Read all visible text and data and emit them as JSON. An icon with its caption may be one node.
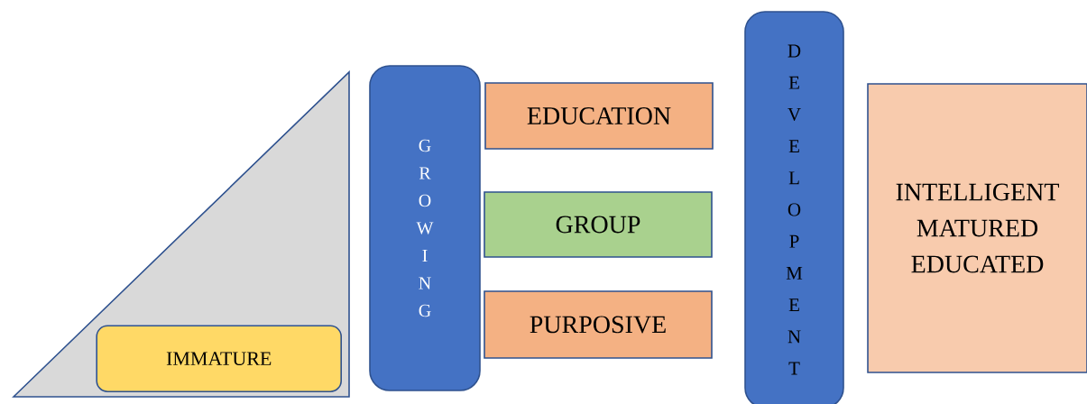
{
  "diagram": {
    "nodes": [
      {
        "text": [],
        "shape": "triangle"
      },
      {
        "text": [
          "IMMATURE"
        ],
        "in": 0
      },
      {
        "text": [
          "GROWING"
        ]
      },
      {
        "text": [
          "EDUCATION"
        ]
      },
      {
        "text": [
          "GROUP"
        ]
      },
      {
        "text": [
          "PURPOSIVE"
        ]
      },
      {
        "text": [
          "DEVELOPMENT"
        ]
      },
      {
        "text": [
          "INTELLIGENT MATURED EDUCATED"
        ]
      }
    ]
  }
}
